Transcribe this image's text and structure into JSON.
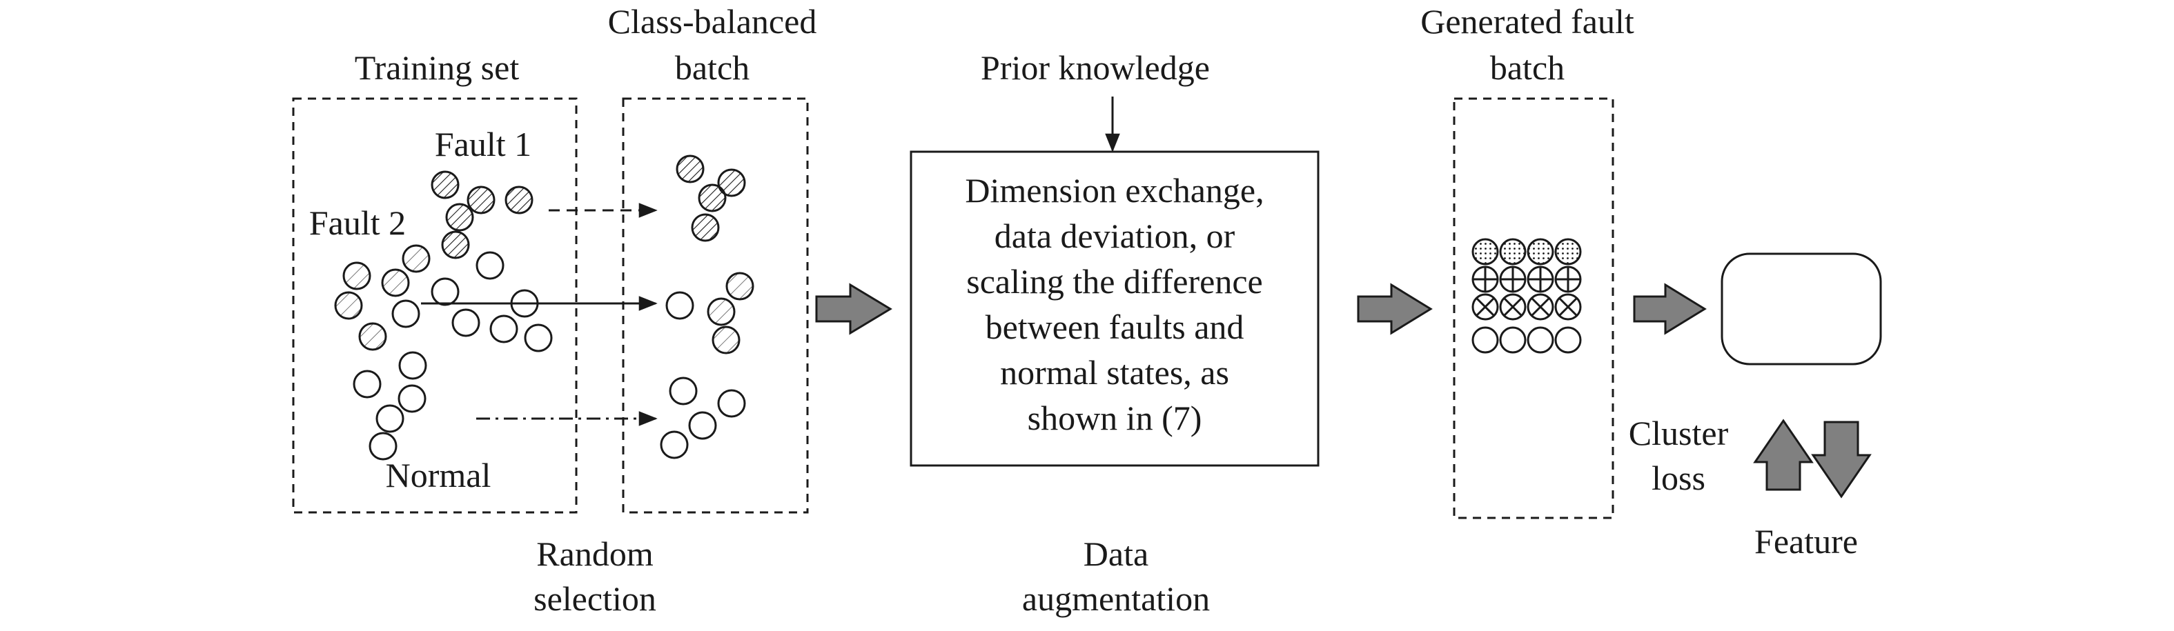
{
  "labels": {
    "training_set": "Training set",
    "class_balanced_batch": [
      "Class-balanced",
      "batch"
    ],
    "fault1": "Fault 1",
    "fault2": "Fault 2",
    "normal": "Normal",
    "random_selection": [
      "Random",
      "selection"
    ],
    "prior_knowledge": "Prior knowledge",
    "augmentation_box": [
      "Dimension exchange,",
      "data deviation, or",
      "scaling the difference",
      "between faults and",
      "normal states, as",
      "shown in (7)"
    ],
    "data_augmentation": [
      "Data",
      "augmentation"
    ],
    "generated_fault_batch": [
      "Generated fault",
      "batch"
    ],
    "cluster_loss": [
      "Cluster",
      "loss"
    ],
    "feature": "Feature"
  },
  "colors": {
    "stroke": "#1a1a1a",
    "arrow_fill": "#808080",
    "background": "#ffffff"
  }
}
